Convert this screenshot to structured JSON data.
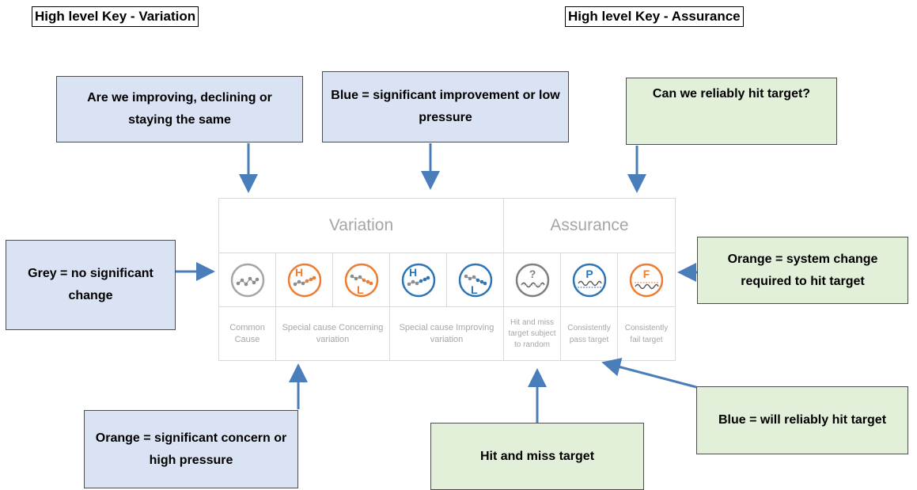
{
  "headings": {
    "variation": "High level Key - Variation",
    "assurance": "High level Key - Assurance"
  },
  "callouts": {
    "improving": "Are we improving, declining or staying the same",
    "blue_variation": "Blue = significant improvement or low pressure",
    "reliably": "Can we reliably hit target?",
    "grey": "Grey = no significant change",
    "orange_assurance": "Orange = system change required to hit target",
    "orange_variation": "Orange = significant concern or high pressure",
    "hit_miss": "Hit and miss target",
    "blue_assurance": "Blue = will reliably hit target"
  },
  "key_table": {
    "variation_title": "Variation",
    "assurance_title": "Assurance",
    "icons": [
      {
        "name": "common-cause-icon",
        "letter": "",
        "color": "#a6a6a6"
      },
      {
        "name": "concerning-high-icon",
        "letter": "H",
        "color": "#ed7d31"
      },
      {
        "name": "concerning-low-icon",
        "letter": "L",
        "color": "#ed7d31"
      },
      {
        "name": "improving-high-icon",
        "letter": "H",
        "color": "#2e75b6"
      },
      {
        "name": "improving-low-icon",
        "letter": "L",
        "color": "#2e75b6"
      },
      {
        "name": "hit-and-miss-icon",
        "letter": "?",
        "color": "#7f7f7f"
      },
      {
        "name": "consistently-pass-icon",
        "letter": "P",
        "color": "#2e75b6"
      },
      {
        "name": "consistently-fail-icon",
        "letter": "F",
        "color": "#ed7d31"
      }
    ],
    "captions": {
      "common": "Common Cause",
      "concerning": "Special cause Concerning variation",
      "improving": "Special cause Improving variation",
      "hit_miss": "Hit and miss target subject to random",
      "pass": "Consistently pass target",
      "fail": "Consistently fail target"
    }
  },
  "colors": {
    "callout_blue": "#dae3f3",
    "callout_green": "#e2efd9",
    "arrow": "#4a7ebb",
    "orange": "#ed7d31",
    "blue": "#2e75b6",
    "grey": "#a6a6a6"
  }
}
